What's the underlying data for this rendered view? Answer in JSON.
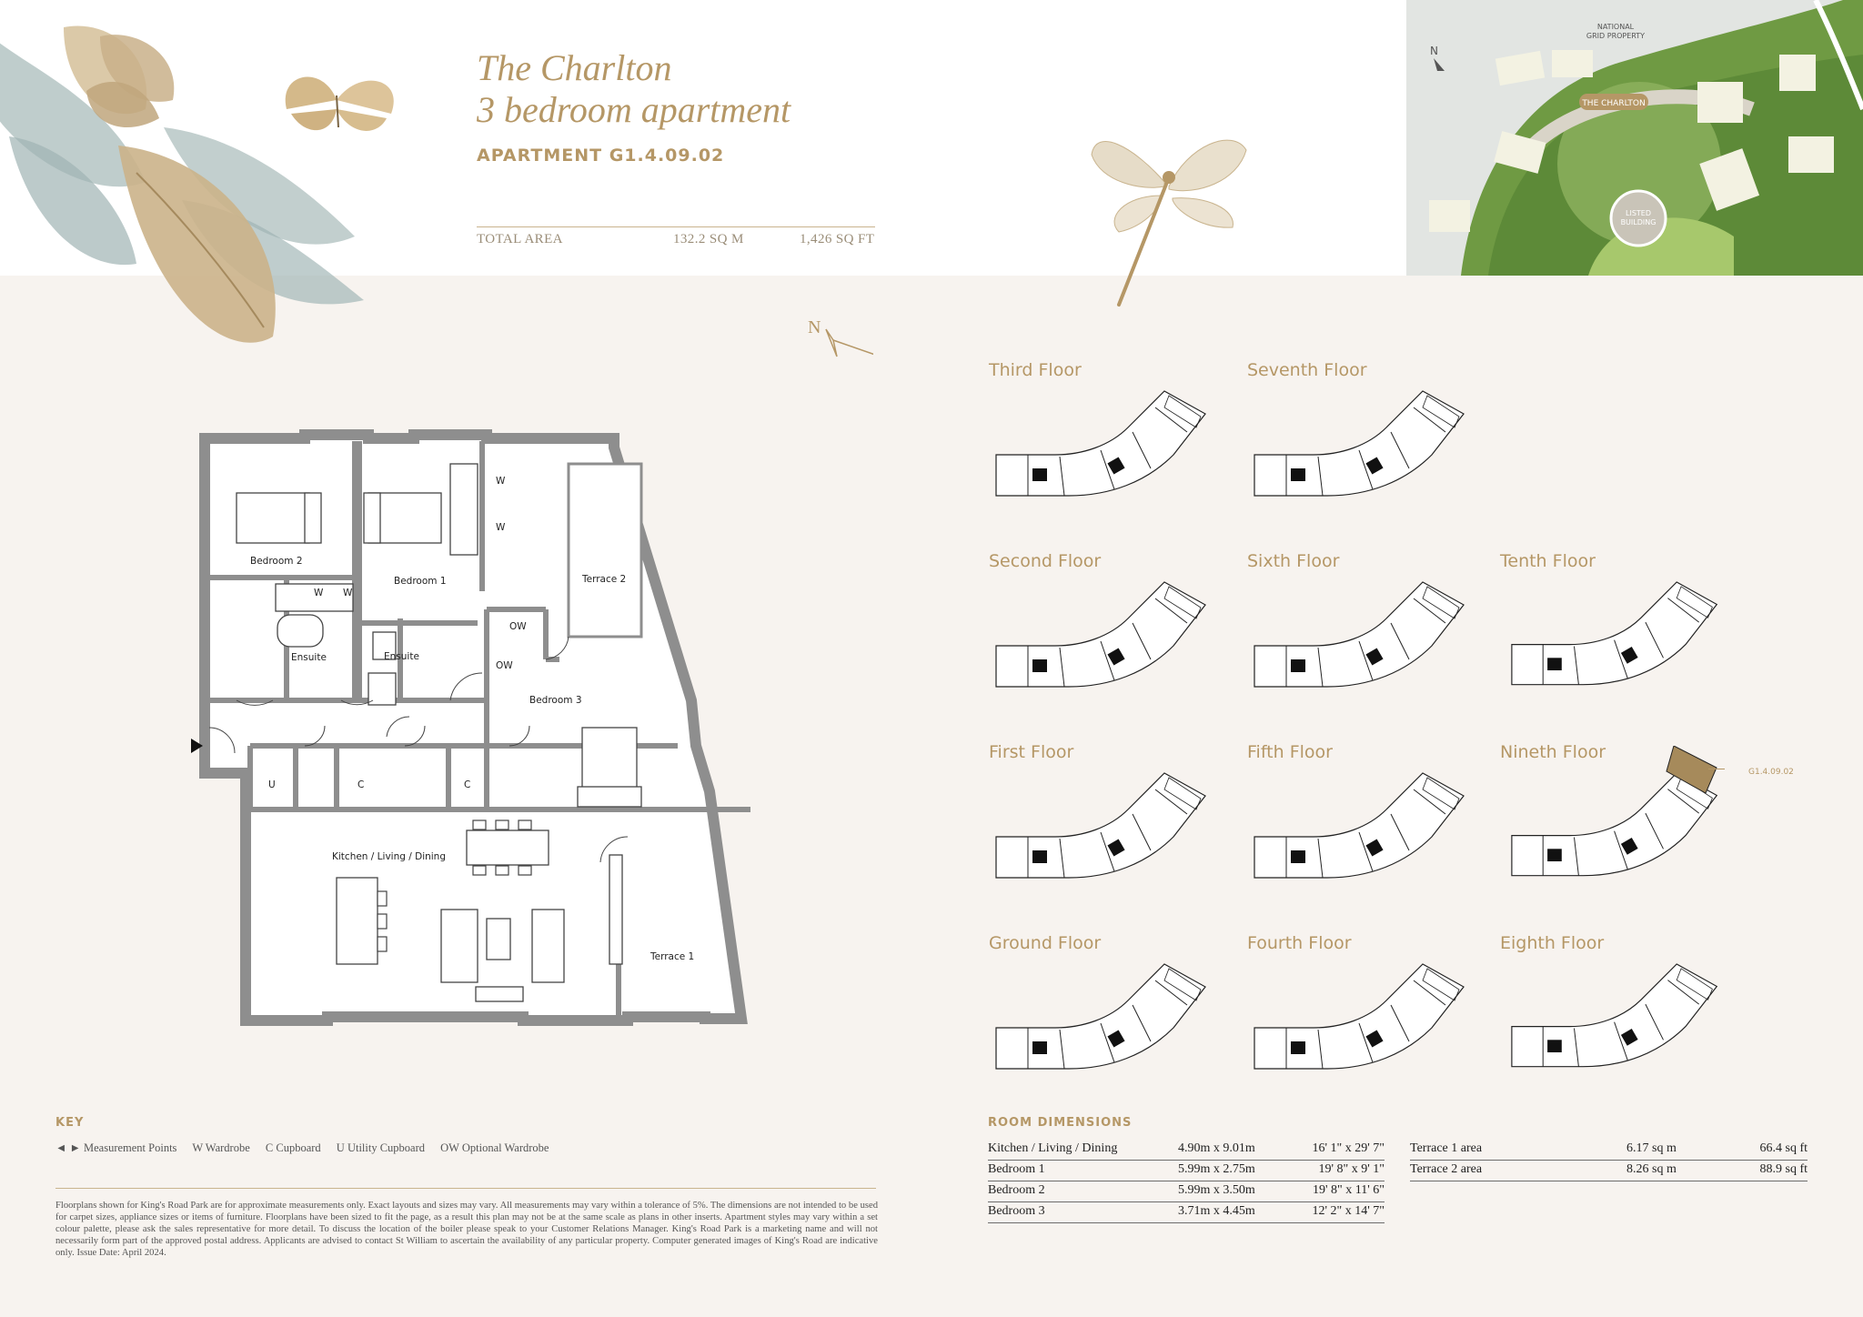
{
  "header": {
    "title_line1": "The Charlton",
    "title_line2": "3 bedroom apartment",
    "apartment_id": "APARTMENT G1.4.09.02",
    "total_area_label": "TOTAL AREA",
    "total_area_sqm": "132.2 SQ M",
    "total_area_sqft": "1,426 SQ FT"
  },
  "site_map": {
    "north": "N",
    "national_grid_line1": "NATIONAL",
    "national_grid_line2": "GRID PROPERTY",
    "charlton_tag": "THE CHARLTON",
    "listed_line1": "LISTED",
    "listed_line2": "BUILDING"
  },
  "compass": {
    "north": "N"
  },
  "floorplan": {
    "rooms": {
      "bedroom2": "Bedroom 2",
      "bedroom1": "Bedroom 1",
      "terrace2": "Terrace 2",
      "ensuite_a": "Ensuite",
      "ensuite_b": "Ensuite",
      "ow1": "OW",
      "ow2": "OW",
      "bedroom3": "Bedroom 3",
      "u": "U",
      "c1": "C",
      "c2": "C",
      "kitchen": "Kitchen / Living / Dining",
      "terrace1": "Terrace 1",
      "w1": "W",
      "w2": "W",
      "w3": "W",
      "w4": "W"
    }
  },
  "floors": {
    "third": "Third Floor",
    "seventh": "Seventh Floor",
    "second": "Second Floor",
    "sixth": "Sixth Floor",
    "tenth": "Tenth Floor",
    "first": "First Floor",
    "fifth": "Fifth Floor",
    "nineth": "Nineth Floor",
    "ground": "Ground Floor",
    "fourth": "Fourth Floor",
    "eighth": "Eighth Floor",
    "highlight_tag": "G1.4.09.02"
  },
  "key": {
    "heading": "KEY",
    "items": [
      "◄ ► Measurement Points",
      "W Wardrobe",
      "C Cupboard",
      "U Utility Cupboard",
      "OW Optional Wardrobe"
    ]
  },
  "disclaimer": "Floorplans shown for King's Road Park are for approximate measurements only. Exact layouts and sizes may vary. All measurements may vary within a tolerance of 5%. The dimensions are not intended to be used for carpet sizes, appliance sizes or items of furniture. Floorplans have been sized to fit the page, as a result this plan may not be at the same scale as plans in other inserts. Apartment styles may vary within a set colour palette, please ask the sales representative for more detail. To discuss the location of the boiler please speak to your Customer Relations Manager. King's Road Park is a marketing name and will not necessarily form part of the approved postal address. Applicants are advised to contact St William to ascertain the availability of any particular property. Computer generated images of King's Road are indicative only. Issue Date: April 2024.",
  "room_dimensions": {
    "heading": "ROOM DIMENSIONS",
    "rooms": [
      {
        "name": "Kitchen / Living / Dining",
        "metric": "4.90m x 9.01m",
        "imperial": "16' 1\" x 29' 7\""
      },
      {
        "name": "Bedroom 1",
        "metric": "5.99m x 2.75m",
        "imperial": "19' 8\" x 9' 1\""
      },
      {
        "name": "Bedroom 2",
        "metric": "5.99m x 3.50m",
        "imperial": "19' 8\" x 11' 6\""
      },
      {
        "name": "Bedroom 3",
        "metric": "3.71m x 4.45m",
        "imperial": "12' 2\" x 14' 7\""
      }
    ],
    "terraces": [
      {
        "name": "Terrace 1 area",
        "sqm": "6.17 sq m",
        "sqft": "66.4 sq ft"
      },
      {
        "name": "Terrace 2 area",
        "sqm": "8.26 sq m",
        "sqft": "88.9 sq ft"
      }
    ]
  },
  "colors": {
    "gold": "#b59766",
    "background": "#f7f3ef",
    "wall": "#8e8e8e",
    "highlight": "#a68a5b"
  }
}
